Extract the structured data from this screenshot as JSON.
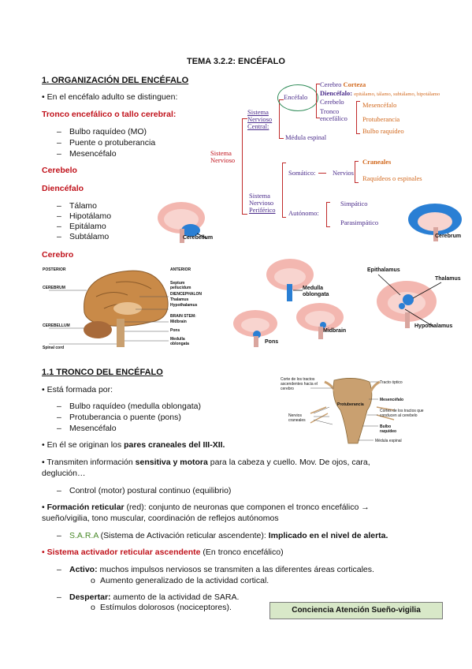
{
  "title": "TEMA 3.2.2: ENCÉFALO",
  "s1": {
    "heading": "1. ORGANIZACIÓN DEL ENCÉFALO",
    "intro": "• En el encéfalo adulto se distinguen:",
    "tronco": "Tronco encefálico o tallo cerebral:",
    "tronco_items": [
      "Bulbo raquídeo (MO)",
      "Puente o protuberancia",
      "Mesencéfalo"
    ],
    "cerebelo": "Cerebelo",
    "diencefalo": "Diencéfalo",
    "dien_items": [
      "Tálamo",
      "Hipotálamo",
      "Epitálamo",
      "Subtálamo"
    ],
    "cerebro": "Cerebro"
  },
  "diagram": {
    "sistema_nervioso": "Sistema Nervioso",
    "central": "Sistema Nervioso Central:",
    "periferico_l1": "Sistema Nervioso",
    "periferico_l2": "Periférico",
    "encefalo": "Encéfalo",
    "cerebro": "Cerebro",
    "corteza": "Corteza",
    "diencefalo": "Diencéfalo:",
    "dien_parts": "epitálamo, tálamo, subtálamo, hipotálamo",
    "cerebelo": "Cerebelo",
    "tronco": "Tronco encefálico",
    "mesencefalo": "Mesencéfalo",
    "protuberancia": "Protuberancia",
    "bulbo": "Bulbo raquídeo",
    "medula": "Médula espinal",
    "somatico": "Somático:",
    "nervios": "Nervios",
    "craneales": "Craneales",
    "raquideos": "Raquídeos  o espinales",
    "autonomo": "Autónomo:",
    "simpatico": "Simpático",
    "parasimpatico": "Parasimpático"
  },
  "images": {
    "cerebellum": "Cerebellum",
    "cerebrum": "Cerebrum",
    "medulla": "Medulla oblongata",
    "pons": "Pons",
    "midbrain": "Midbrain",
    "epithalamus": "Epithalamus",
    "thalamus": "Thalamus",
    "hypothalamus": "Hypothalamus",
    "sag_posterior": "POSTERIOR",
    "sag_anterior": "ANTERIOR",
    "sag_cerebrum": "CEREBRUM",
    "sag_cerebellum": "CEREBELLUM",
    "sag_spinal": "Spinal cord",
    "sag_septum": "Septum pellucidum",
    "sag_dien": "DIENCEPHALON",
    "sag_thalamus": "Thalamus",
    "sag_hypo": "Hypothalamus",
    "sag_brainstem": "BRAIN STEM:",
    "sag_midbrain": "Midbrain",
    "sag_pons": "Pons",
    "sag_medulla": "Medulla oblongata",
    "bs_1": "Corte de los tractos ascendentes hacia el cerebro",
    "bs_2": "Tracto óptico",
    "bs_3": "Protuberancia",
    "bs_4": "Mesencéfalo",
    "bs_5": "Nervios craneales",
    "bs_6": "Cortes de los tractos que conducen al cerebelo",
    "bs_7": "Bulbo raquídeo",
    "bs_8": "Médula espinal"
  },
  "s2": {
    "heading": "1.1 TRONCO DEL ENCÉFALO",
    "formada": "• Está formada por:",
    "items": [
      "Bulbo raquídeo (medulla oblongata)",
      "Protuberancia o puente (pons)",
      "Mesencéfalo"
    ],
    "pares_pre": "• En él se originan los ",
    "pares_bold": "pares craneales del III-XII.",
    "transmite_pre": "• Transmiten información ",
    "transmite_bold": "sensitiva y motora",
    "transmite_post": " para la cabeza y cuello. Mov. De ojos, cara,",
    "deglucion": "deglución…",
    "control": "Control (motor) postural continuo (equilibrio)",
    "formacion_bold": "Formación reticular",
    "formacion_post": " (red): conjunto de neuronas que componen el tronco encefálico →",
    "formacion_l2": "sueño/vigilia, tono muscular, coordinación de reflejos autónomos",
    "sara": "S.A.R.A",
    "sara_post": " (Sistema de Activación reticular ascendente): ",
    "sara_bold": "Implicado en el nivel de alerta.",
    "sistema_red": "Sistema activador reticular ascendente",
    "sistema_post": "  (En tronco encefálico)",
    "activo_bold": "Activo:",
    "activo_post": " muchos impulsos nerviosos se transmiten a las diferentes áreas corticales.",
    "aumento": "Aumento generalizado de la actividad cortical.",
    "despertar_bold": "Despertar:",
    "despertar_post": " aumento de la actividad de SARA.",
    "estimulos": "Estímulos dolorosos (nociceptores).",
    "box": "Conciencia Atención Sueño-vigilia"
  }
}
